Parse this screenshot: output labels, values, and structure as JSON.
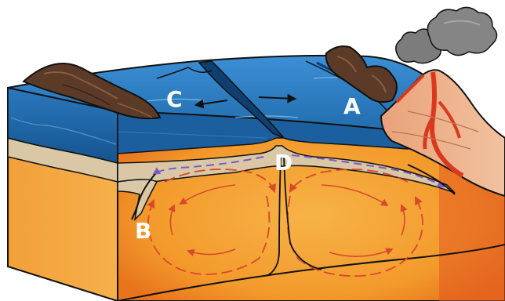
{
  "diagram": {
    "labels": {
      "a": "A",
      "b": "B",
      "c": "C",
      "d": "D"
    },
    "colors": {
      "ocean_top": "#2f7fc8",
      "ocean_deep": "#1b5f9e",
      "crust": "#d9c7a6",
      "mantle": "#f39a2c",
      "mantle_deep": "#e8741c",
      "magma": "#d93a1e",
      "convection_arrow": "#d9482a",
      "volcano_rock": "#5b3a28",
      "smoke": "#7c7c7c",
      "outline": "#111111"
    }
  }
}
